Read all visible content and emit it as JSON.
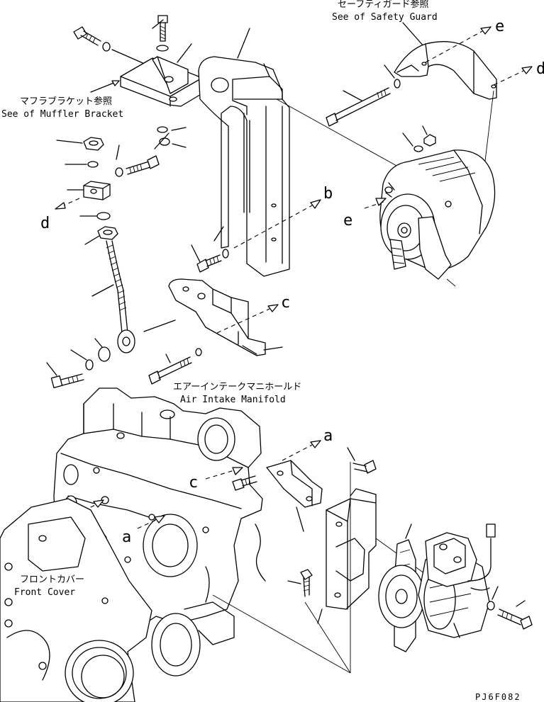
{
  "labels": {
    "safety_guard_jp": "セーフティガード参照",
    "safety_guard_en": "See of Safety Guard",
    "muffler_bracket_jp": "マフラブラケット参照",
    "muffler_bracket_en": "See of Muffler Bracket",
    "air_intake_jp": "エアーインテークマニホールド",
    "air_intake_en": "Air Intake Manifold",
    "front_cover_jp": "フロントカバー",
    "front_cover_en": "Front Cover"
  },
  "refs": {
    "a": "a",
    "b": "b",
    "c": "c",
    "d": "d",
    "e": "e"
  },
  "drawing_code": "PJ6F082"
}
